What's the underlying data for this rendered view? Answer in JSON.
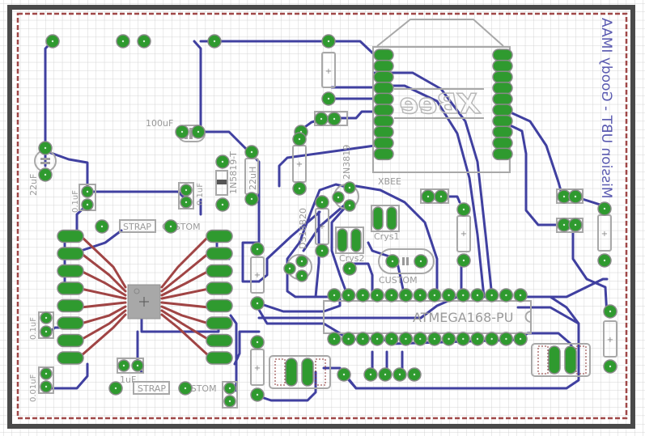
{
  "app": {
    "type": "PCB layout editor view",
    "board_title": "Mission UBT - Goody IMAA"
  },
  "colors": {
    "background": "#ffffff",
    "grid": "#d4d4d4",
    "board_outline": "#4a4a4a",
    "keepout_dashed": "#a04848",
    "bottom_trace": "#4040a0",
    "top_trace": "#a04444",
    "pad": "#2f9a2f",
    "silkscreen": "#a8a8a8"
  },
  "labels": {
    "board_title": "Mission UBT - Goody IMAA",
    "xbee_logo": "XBee",
    "xbee_name": "XBEE",
    "cap_100uf": "100uF",
    "cap_22uf": "22uF",
    "cap_01uf_a": "0.1uF",
    "cap_01uf_b": "0.1uF",
    "cap_01uf_c": "0.1uF",
    "cap_001uf": "0.01uF",
    "cap_1uf": "1uF",
    "diode": "1N5819-T",
    "inductor": "22uH",
    "transistor": "2N3819",
    "sensor": "DS18B20",
    "crystal1": "Crys1",
    "crystal2": "Crys2",
    "resonator": "CUSTOM",
    "strap1": "STRAP",
    "strap1_custom": "CUSTOM",
    "strap2": "STRAP",
    "strap2_custom": "CUSTOM",
    "mcu": "ATMEGA168-PU"
  }
}
